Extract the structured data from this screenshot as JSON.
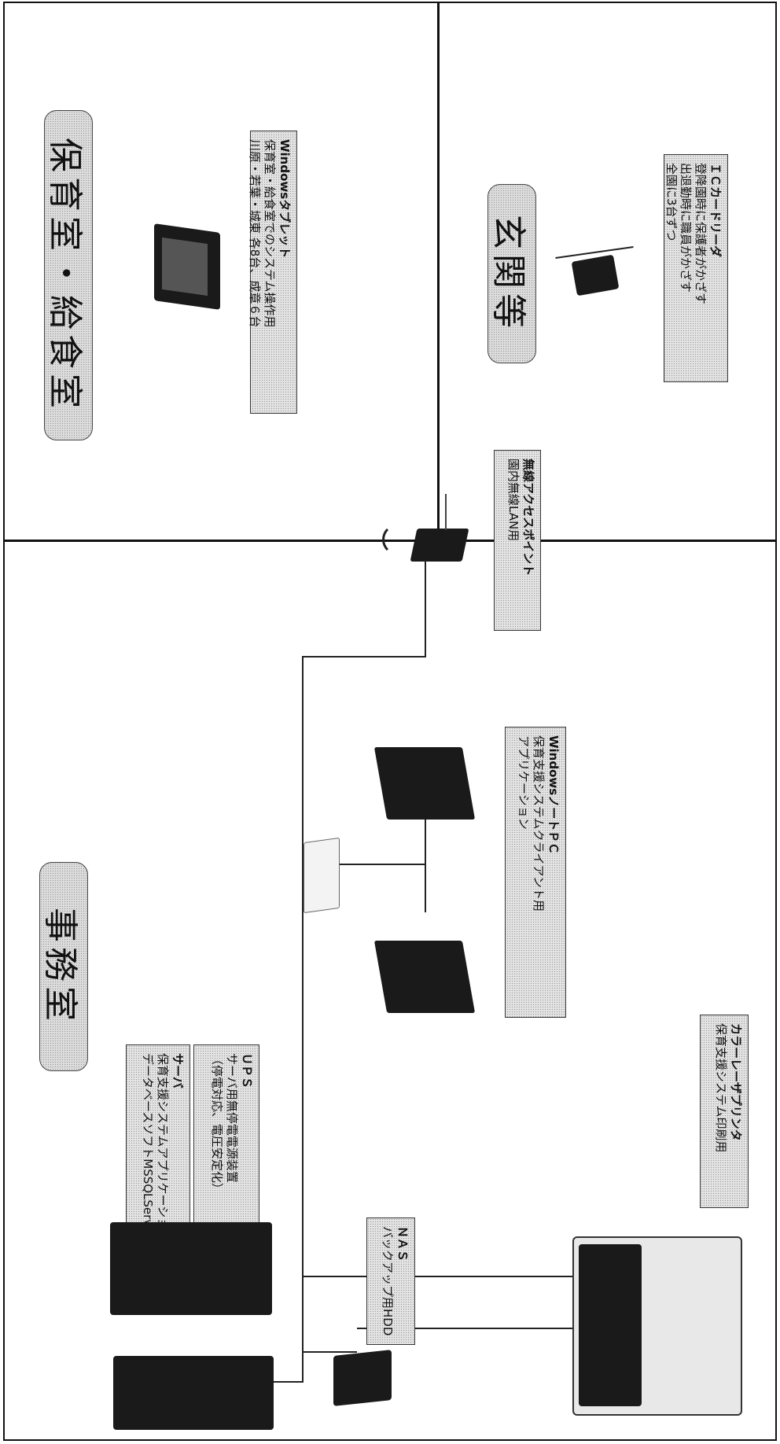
{
  "rooms": {
    "office": "事務室",
    "nursery": "保育室・給食室",
    "entrance": "玄関等"
  },
  "labels": {
    "tablet": {
      "title": "Windowsタブレット",
      "lines": [
        "保育室・給食室でのシステム操作用",
        "川原・若葉・城東 各8台、成章６台"
      ]
    },
    "ic_reader": {
      "title": "ＩＣカードリーダ",
      "lines": [
        "登降園時に保護者がかざす",
        "出退勤時に職員がかざす",
        "全園に3台ずつ"
      ]
    },
    "access_point": {
      "title": "無線アクセスポイント",
      "lines": [
        "園内無線LAN用"
      ]
    },
    "notebook": {
      "title": "WindowsノートＰＣ",
      "lines": [
        "保育支援システムクライアント用",
        "アプリケーション"
      ]
    },
    "server": {
      "title": "サーバ",
      "lines": [
        "保育支援システムアプリケーション",
        "データベースソフトMSSQLServer"
      ]
    },
    "ups": {
      "title": "ＵＰＳ",
      "lines": [
        "サーバ用無停電電源装置",
        "（停電対応、電圧安定化）"
      ]
    },
    "nas": {
      "title": "ＮＡＳ",
      "lines": [
        "バックアップ用HDD"
      ]
    },
    "printer": {
      "title": "カラーレーザプリンタ",
      "lines": [
        "保育支援システム印刷用"
      ]
    }
  }
}
